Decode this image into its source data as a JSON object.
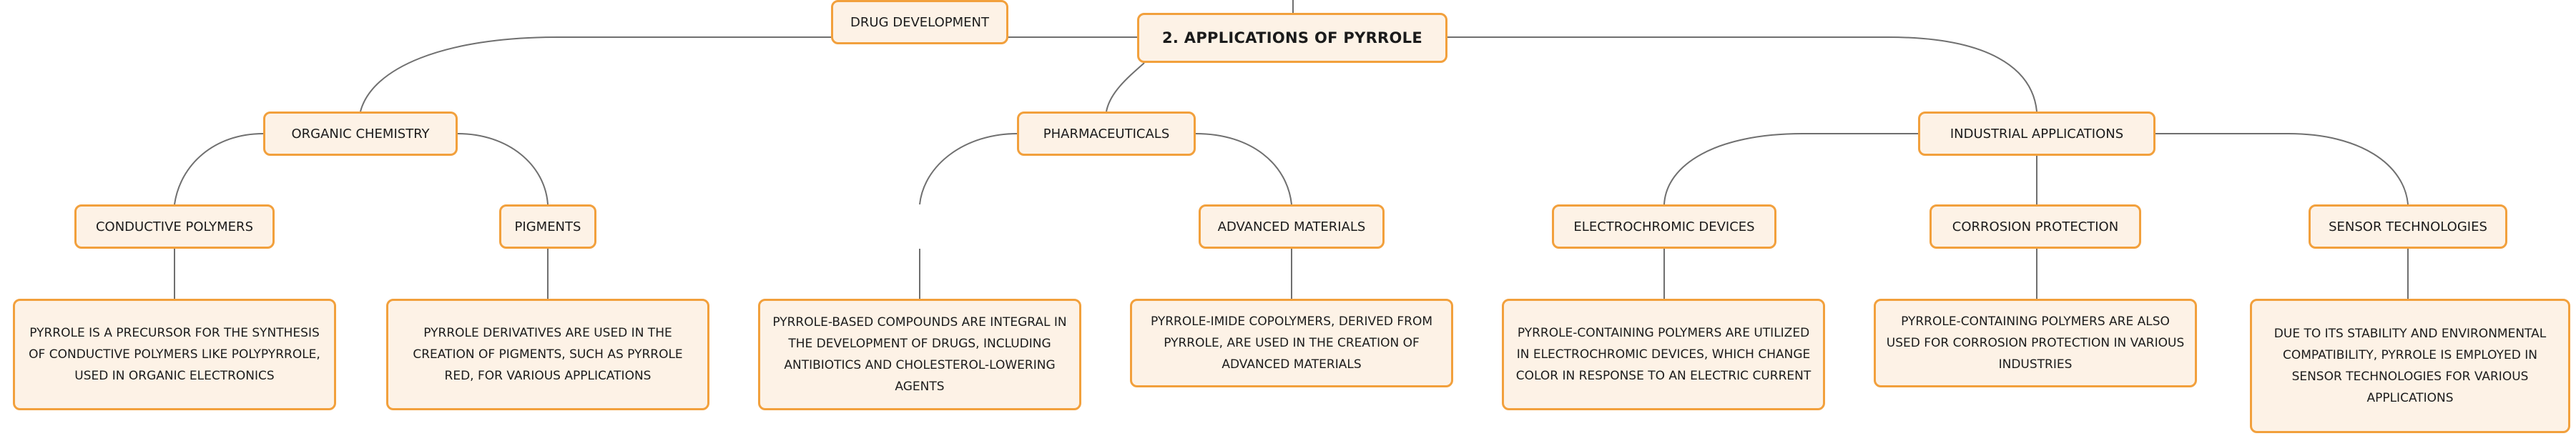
{
  "root": {
    "label": "2. APPLICATIONS OF PYRROLE"
  },
  "categories": {
    "organic": "ORGANIC CHEMISTRY",
    "pharma": "PHARMACEUTICALS",
    "industrial": "INDUSTRIAL APPLICATIONS"
  },
  "subtopics": {
    "conductive": "CONDUCTIVE POLYMERS",
    "pigments": "PIGMENTS",
    "drug": "DRUG DEVELOPMENT",
    "advanced": "ADVANCED MATERIALS",
    "electro": "ELECTROCHROMIC DEVICES",
    "corrosion": "CORROSION PROTECTION",
    "sensor": "SENSOR TECHNOLOGIES"
  },
  "details": {
    "conductive": "PYRROLE IS A PRECURSOR FOR THE SYNTHESIS OF CONDUCTIVE POLYMERS LIKE POLYPYRROLE, USED IN ORGANIC ELECTRONICS",
    "pigments": "PYRROLE DERIVATIVES ARE USED IN THE CREATION OF PIGMENTS, SUCH AS PYRROLE RED, FOR VARIOUS APPLICATIONS",
    "drug": "PYRROLE-BASED COMPOUNDS ARE INTEGRAL IN THE DEVELOPMENT OF DRUGS, INCLUDING ANTIBIOTICS AND CHOLESTEROL-LOWERING AGENTS",
    "advanced": "PYRROLE-IMIDE COPOLYMERS, DERIVED FROM PYRROLE, ARE USED IN THE CREATION OF ADVANCED MATERIALS",
    "electro": "PYRROLE-CONTAINING POLYMERS ARE UTILIZED IN ELECTROCHROMIC DEVICES, WHICH CHANGE COLOR IN RESPONSE TO AN ELECTRIC CURRENT",
    "corrosion": "PYRROLE-CONTAINING POLYMERS ARE ALSO USED FOR CORROSION PROTECTION IN VARIOUS INDUSTRIES",
    "sensor": "DUE TO ITS STABILITY AND ENVIRONMENTAL COMPATIBILITY, PYRROLE IS EMPLOYED IN SENSOR TECHNOLOGIES FOR VARIOUS APPLICATIONS"
  },
  "colors": {
    "node_fill": "#fdf2e6",
    "node_border": "#f2a03c",
    "connector": "#6f6f6f",
    "text": "#1b1b1b"
  }
}
